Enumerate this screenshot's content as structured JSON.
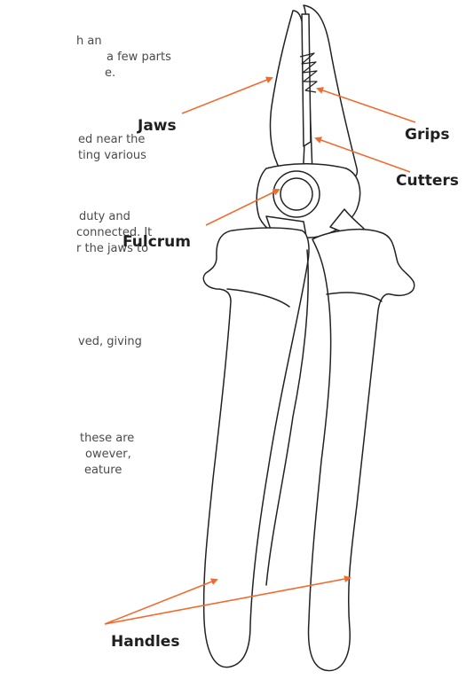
{
  "text_fragments": [
    [
      "h an",
      "a few parts",
      "e."
    ],
    [
      "ed near the",
      "ting various"
    ],
    [
      "duty and",
      "connected. It",
      "r the jaws to"
    ],
    [
      "ved, giving"
    ],
    [
      "these are",
      "owever,",
      "eature"
    ]
  ],
  "labels": {
    "jaws": "Jaws",
    "grips": "Grips",
    "cutters": "Cutters",
    "fulcrum": "Fulcrum",
    "handles": "Handles"
  },
  "colors": {
    "accent": "#f26a2e",
    "outline": "#222222",
    "text": "#4a4a4a"
  }
}
